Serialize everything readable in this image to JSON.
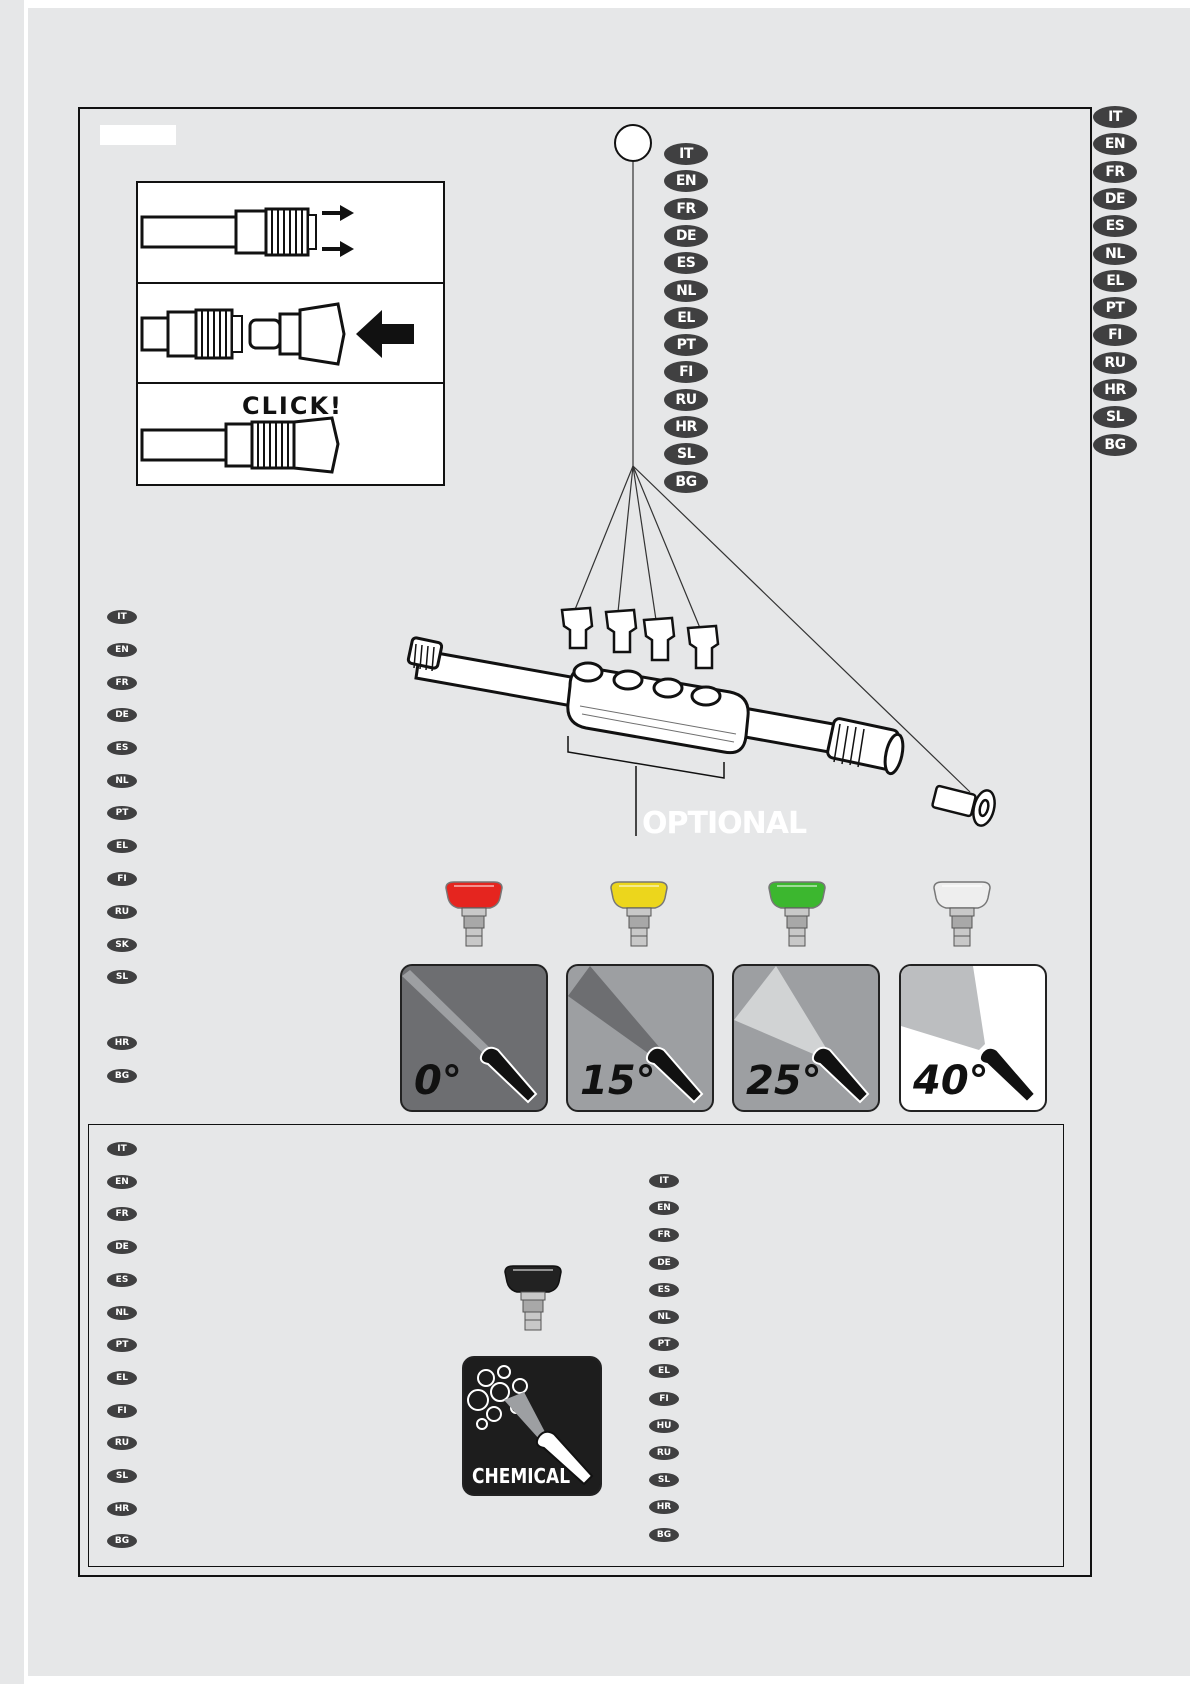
{
  "right_lang_column": [
    "IT",
    "EN",
    "FR",
    "DE",
    "ES",
    "NL",
    "EL",
    "PT",
    "FI",
    "RU",
    "HR",
    "SL",
    "BG"
  ],
  "callout_lang_column": [
    "IT",
    "EN",
    "FR",
    "DE",
    "ES",
    "NL",
    "EL",
    "PT",
    "FI",
    "RU",
    "HR",
    "SL",
    "BG"
  ],
  "left_lang_column": [
    "IT",
    "EN",
    "FR",
    "DE",
    "ES",
    "NL",
    "PT",
    "EL",
    "FI",
    "RU",
    "SK",
    "SL",
    "HR",
    "BG"
  ],
  "bottom_left_lang_column": [
    "IT",
    "EN",
    "FR",
    "DE",
    "ES",
    "NL",
    "PT",
    "EL",
    "FI",
    "RU",
    "SL",
    "HR",
    "BG"
  ],
  "bottom_right_lang_column": [
    "IT",
    "EN",
    "FR",
    "DE",
    "ES",
    "NL",
    "PT",
    "EL",
    "FI",
    "HU",
    "RU",
    "SL",
    "HR",
    "BG"
  ],
  "connect_steps": {
    "click_label": "CLICK!"
  },
  "accessory": {
    "optional_label": "OPTIONAL"
  },
  "nozzles": [
    {
      "angle": "0°",
      "color": "#e5251f"
    },
    {
      "angle": "15°",
      "color": "#ecd61c"
    },
    {
      "angle": "25°",
      "color": "#3cb72f"
    },
    {
      "angle": "40°",
      "color": "#eeeeee"
    }
  ],
  "chemical_nozzle": {
    "label": "CHEMICAL",
    "color": "#222222"
  }
}
